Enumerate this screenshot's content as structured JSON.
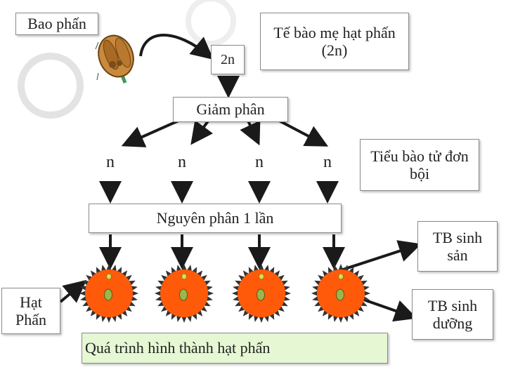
{
  "labels": {
    "anther": "Bao phấn",
    "mother_cell": "Tế bào mẹ hạt phấn (2n)",
    "two_n": "2n",
    "meiosis": "Giảm phân",
    "n1": "n",
    "n2": "n",
    "n3": "n",
    "n4": "n",
    "microspores": "Tiểu bào tử đơn bội",
    "mitosis": "Nguyên phân 1 lần",
    "generative_cell": "TB sinh sản",
    "vegetative_cell": "TB sinh dưỡng",
    "pollen_grain": "Hạt Phấn",
    "caption": "Quá trình hình thành hạt phấn"
  },
  "colors": {
    "pollen_fill": "#ff5a0a",
    "pollen_spike": "#333333",
    "nucleus_generative": "#e8d84a",
    "nucleus_vegetative": "#9fb54a",
    "caption_bg": "#e6f7d4",
    "arrow": "#1a1a1a"
  }
}
